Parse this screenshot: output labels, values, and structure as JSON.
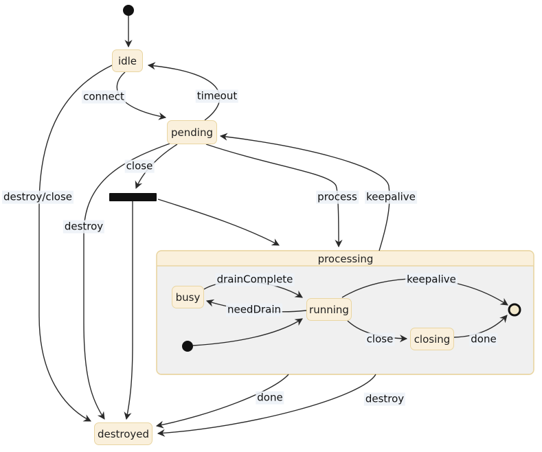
{
  "diagram": {
    "kind": "state-diagram",
    "composite_state": "processing"
  },
  "states": {
    "idle": "idle",
    "pending": "pending",
    "destroyed": "destroyed",
    "processing": "processing",
    "busy": "busy",
    "running": "running",
    "closing": "closing"
  },
  "labels": {
    "connect": "connect",
    "timeout": "timeout",
    "close": "close",
    "destroy_close": "destroy/close",
    "destroy": "destroy",
    "process": "process",
    "keepalive": "keepalive",
    "drainComplete": "drainComplete",
    "needDrain": "needDrain",
    "keepalive_inner": "keepalive",
    "close_inner": "close",
    "done_inner": "done",
    "done": "done",
    "destroy_outer": "destroy"
  },
  "edges": [
    {
      "from": "start",
      "to": "idle",
      "label": ""
    },
    {
      "from": "idle",
      "to": "pending",
      "label": "connect"
    },
    {
      "from": "pending",
      "to": "idle",
      "label": "timeout"
    },
    {
      "from": "idle",
      "to": "destroyed",
      "label": "destroy/close"
    },
    {
      "from": "pending",
      "to": "destroyed",
      "label": "destroy"
    },
    {
      "from": "pending",
      "to": "fork",
      "label": "close"
    },
    {
      "from": "fork",
      "to": "destroyed",
      "label": ""
    },
    {
      "from": "fork",
      "to": "processing",
      "label": ""
    },
    {
      "from": "pending",
      "to": "processing",
      "label": "process"
    },
    {
      "from": "processing",
      "to": "pending",
      "label": "keepalive"
    },
    {
      "from": "processing",
      "to": "destroyed",
      "label": "done"
    },
    {
      "from": "processing",
      "to": "destroyed",
      "label": "destroy"
    },
    {
      "from": "processing-start",
      "to": "running",
      "label": ""
    },
    {
      "from": "busy",
      "to": "running",
      "label": "drainComplete"
    },
    {
      "from": "running",
      "to": "busy",
      "label": "needDrain"
    },
    {
      "from": "running",
      "to": "closing",
      "label": "close"
    },
    {
      "from": "running",
      "to": "final",
      "label": "keepalive"
    },
    {
      "from": "closing",
      "to": "final",
      "label": "done"
    }
  ],
  "colors": {
    "state_fill": "#faf0dc",
    "state_border": "#e9d5a1",
    "composite_body": "#f0f0f0",
    "edge_stroke": "#2a2a2a",
    "fork_fill": "#111111",
    "final_fill": "#f3e9cd",
    "edge_label_bg": "#edf1f7",
    "background": "#ffffff"
  }
}
